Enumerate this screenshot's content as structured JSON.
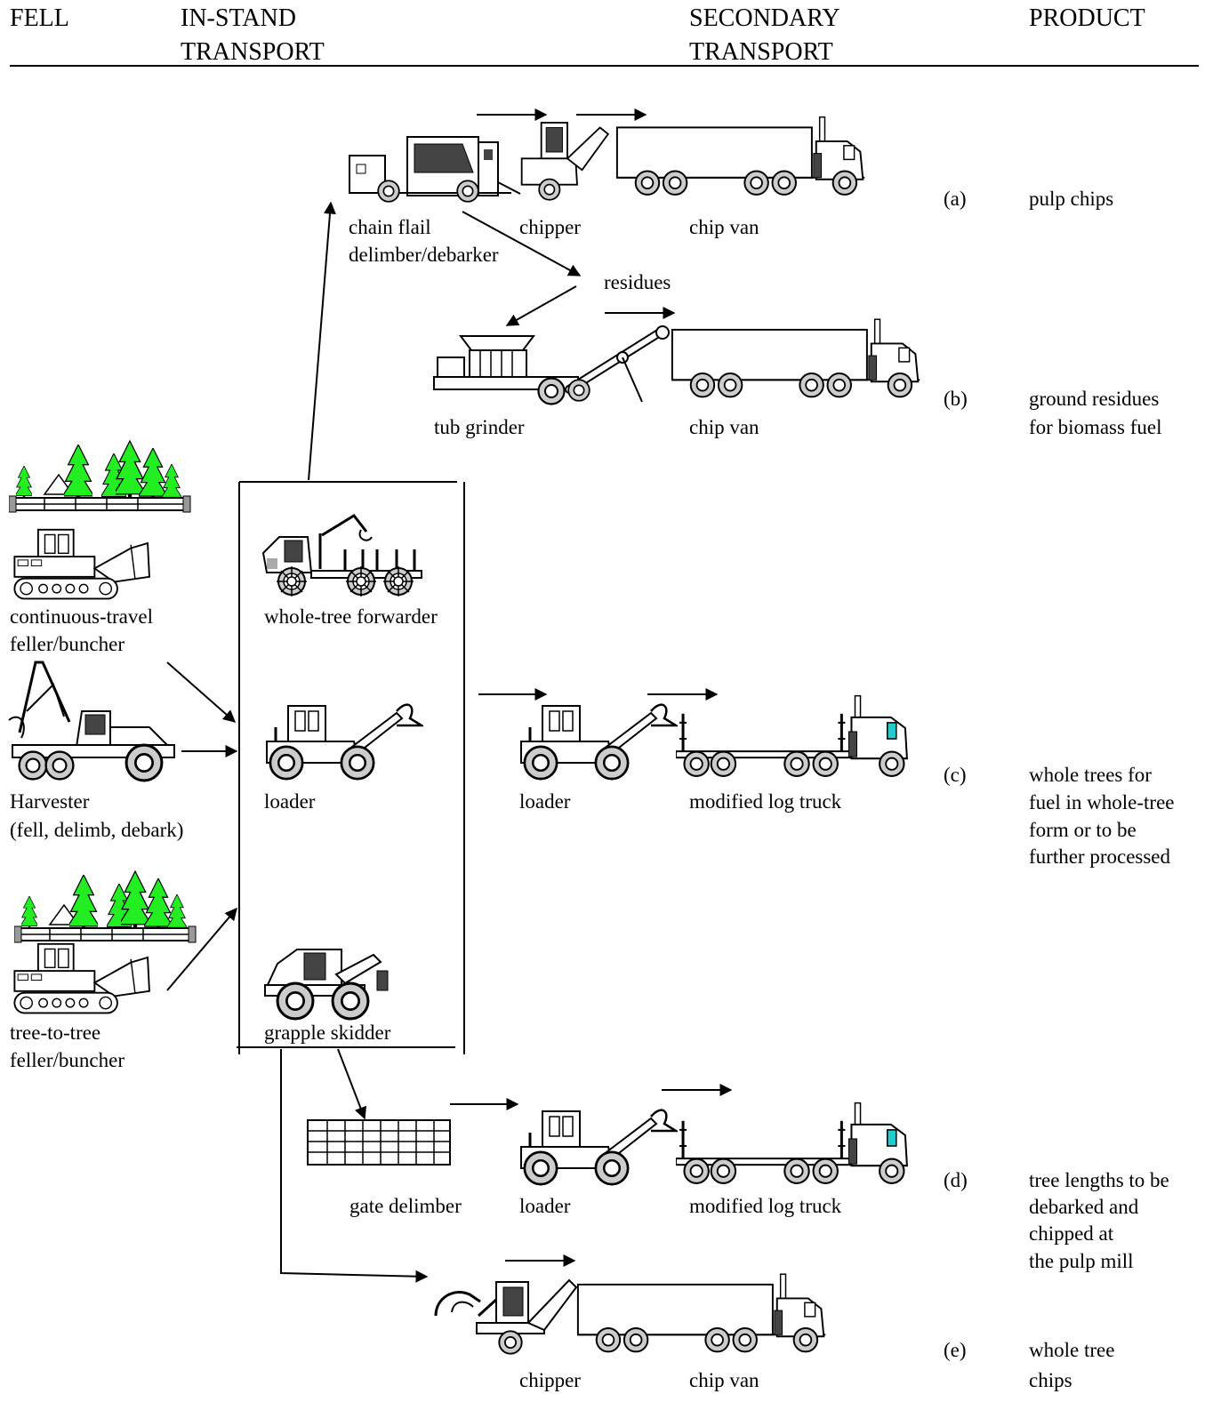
{
  "headers": {
    "fell": "FELL",
    "instand_1": "IN-STAND",
    "instand_2": "TRANSPORT",
    "secondary_1": "SECONDARY",
    "secondary_2": "TRANSPORT",
    "product": "PRODUCT"
  },
  "colors": {
    "tree": "#22ee22",
    "tire": "#cccccc",
    "glass": "#444444",
    "cab_accent": "#22cccc"
  },
  "fell": {
    "continuous_1": "continuous-travel",
    "continuous_2": "feller/buncher",
    "harvester_1": "Harvester",
    "harvester_2": "(fell, delimb, debark)",
    "treetotree_1": "tree-to-tree",
    "treetotree_2": "feller/buncher"
  },
  "instand": {
    "forwarder": "whole-tree forwarder",
    "loader": "loader",
    "skidder": "grapple skidder"
  },
  "rows": {
    "a": {
      "m1_1": "chain flail",
      "m1_2": "delimber/debarker",
      "m2": "chipper",
      "m3": "chip van",
      "label": "(a)",
      "product": [
        "pulp chips"
      ]
    },
    "residues": "residues",
    "b": {
      "m1": "tub grinder",
      "m2": "chip van",
      "label": "(b)",
      "product": [
        "ground residues",
        "for biomass fuel"
      ]
    },
    "c": {
      "m1": "loader",
      "m2": "modified log truck",
      "label": "(c)",
      "product": [
        "whole trees for",
        "fuel in whole-tree",
        "form or to be",
        "further processed"
      ]
    },
    "d": {
      "m0": "gate delimber",
      "m1": "loader",
      "m2": "modified log truck",
      "label": "(d)",
      "product": [
        "tree lengths to be",
        "debarked and",
        "chipped at",
        "the pulp mill"
      ]
    },
    "e": {
      "m1": "chipper",
      "m2": "chip van",
      "label": "(e)",
      "product": [
        "whole tree",
        "chips"
      ]
    }
  }
}
